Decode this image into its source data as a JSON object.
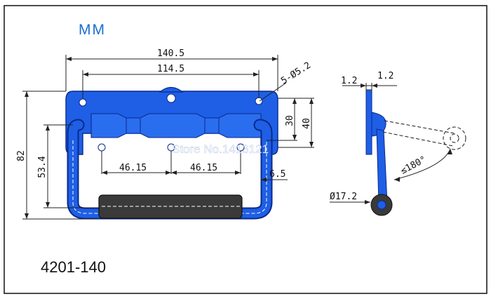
{
  "unit_label": "MM",
  "part_number": "4201-140",
  "watermark": "Store No.1413121",
  "colors": {
    "metal": "#1e5fe6",
    "metal_dark": "#0b2a8a",
    "grip": "#3a3a3a",
    "unit_text": "#1a6fd0"
  },
  "dimensions": {
    "overall_width": "140.5",
    "hole_span": "114.5",
    "holes": "5-Ø5.2",
    "height": "82",
    "handle_height": "53.4",
    "plate_inner": "30",
    "plate_outer": "40",
    "hole_spacing_left": "46.15",
    "hole_spacing_right": "46.15",
    "rod_dia": "6.5",
    "thickness_left": "1.2",
    "thickness_right": "1.2",
    "pivot_dia": "Ø17.2",
    "rotation": "≤180°"
  }
}
